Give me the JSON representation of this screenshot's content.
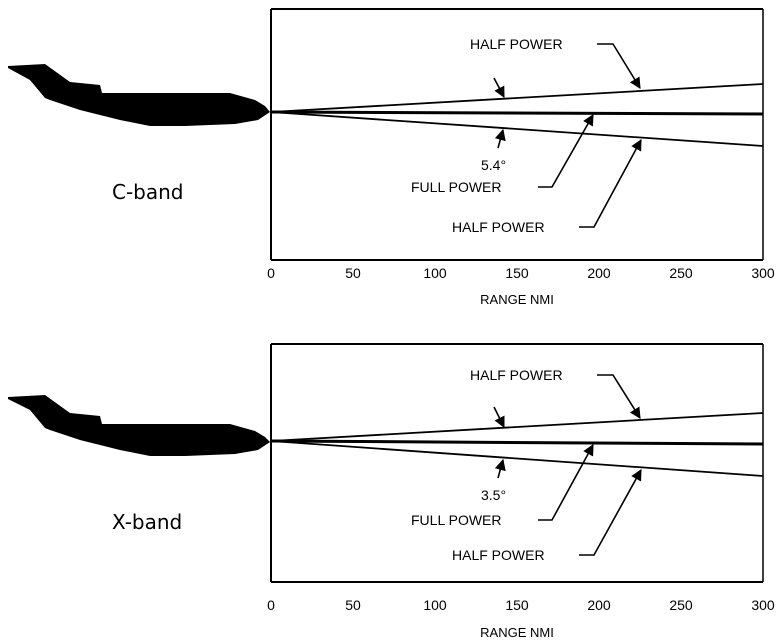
{
  "panels": [
    {
      "band_label": "C-band",
      "angle_label": "5.4°",
      "half_power_top": "HALF POWER",
      "full_power": "FULL POWER",
      "half_power_bottom": "HALF POWER",
      "x_axis_label": "RANGE NMI",
      "ticks": [
        "0",
        "50",
        "100",
        "150",
        "200",
        "250",
        "300"
      ]
    },
    {
      "band_label": "X-band",
      "angle_label": "3.5°",
      "half_power_top": "HALF POWER",
      "full_power": "FULL POWER",
      "half_power_bottom": "HALF POWER",
      "x_axis_label": "RANGE NMI",
      "ticks": [
        "0",
        "50",
        "100",
        "150",
        "200",
        "250",
        "300"
      ]
    }
  ],
  "x_range": [
    0,
    300
  ]
}
